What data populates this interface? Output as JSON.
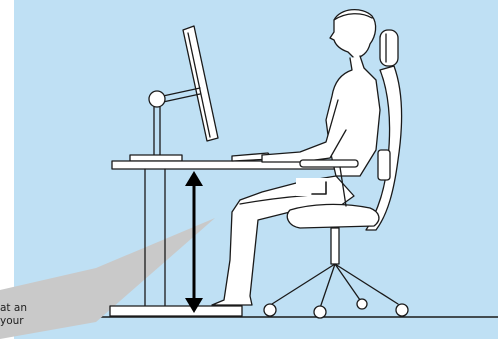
{
  "colors": {
    "background": "#bfe0f4",
    "line": "#1a1a1a",
    "callout": "#c9c9c9",
    "figure_fill": "#ffffff"
  },
  "callout": {
    "text": "at an\nyour"
  },
  "illustration": {
    "subject": "ergonomic-desk-setup",
    "elements": [
      "monitor",
      "monitor-arm",
      "desk",
      "keyboard",
      "seated-person",
      "office-chair",
      "lumbar-support",
      "desk-height-arrow"
    ]
  }
}
